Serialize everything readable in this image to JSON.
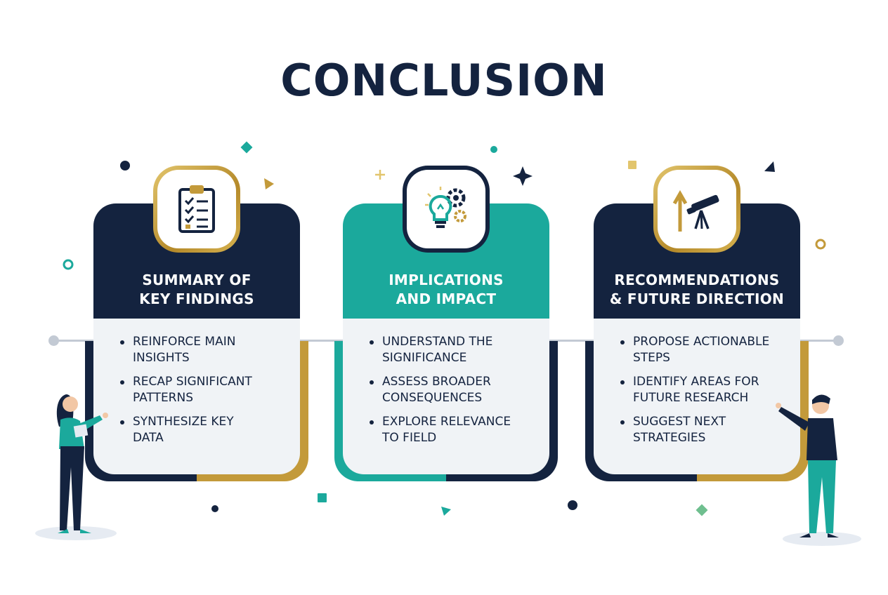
{
  "title": "CONCLUSION",
  "colors": {
    "navy": "#14233f",
    "teal": "#1ba99c",
    "gold": "#c39a3a",
    "card_bg": "#f0f3f6"
  },
  "cards": [
    {
      "icon": "clipboard-checklist-icon",
      "heading": "SUMMARY OF\nKEY FINDINGS",
      "bullets": [
        "REINFORCE MAIN\nINSIGHTS",
        "RECAP SIGNIFICANT\nPATTERNS",
        "SYNTHESIZE KEY\nDATA"
      ]
    },
    {
      "icon": "lightbulb-gears-icon",
      "heading": "IMPLICATIONS\nAND IMPACT",
      "bullets": [
        "UNDERSTAND THE\nSIGNIFICANCE",
        "ASSESS BROADER\nCONSEQUENCES",
        "EXPLORE RELEVANCE\nTO FIELD"
      ]
    },
    {
      "icon": "telescope-arrow-icon",
      "heading": "RECOMMENDATIONS\n& FUTURE DIRECTION",
      "bullets": [
        "PROPOSE ACTIONABLE\nSTEPS",
        "IDENTIFY AREAS FOR\nFUTURE RESEARCH",
        "SUGGEST NEXT\nSTRATEGIES"
      ]
    }
  ]
}
